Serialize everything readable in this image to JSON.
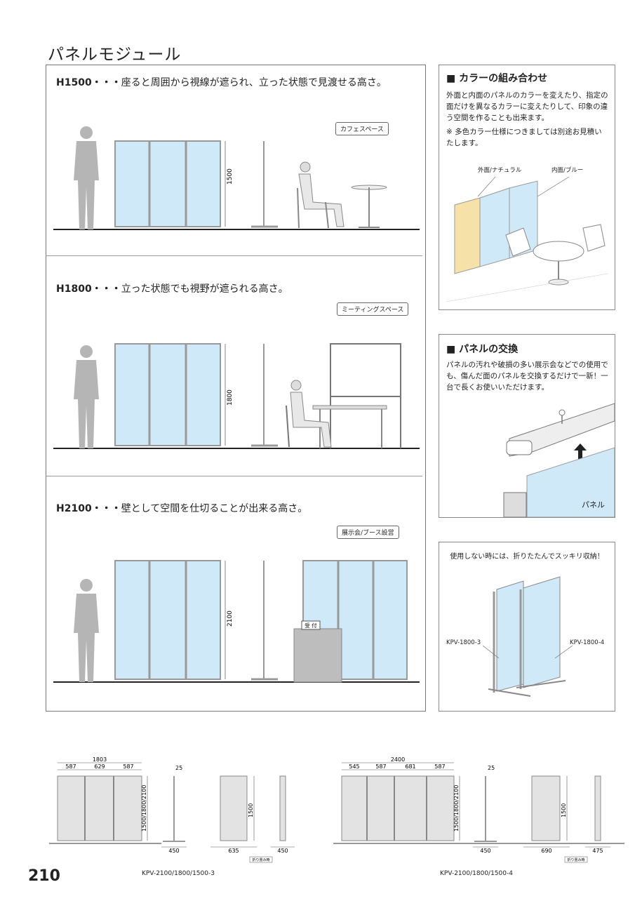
{
  "page": {
    "title": "パネルモジュール",
    "page_number": "210"
  },
  "sections": [
    {
      "code": "H1500",
      "dots": "・・・",
      "desc": "座ると周囲から視線が遮られ、立った状態で見渡せる高さ。",
      "callout": "カフェスペース",
      "height_label": "1500"
    },
    {
      "code": "H1800",
      "dots": "・・・",
      "desc": "立った状態でも視野が遮られる高さ。",
      "callout": "ミーティングスペース",
      "height_label": "1800"
    },
    {
      "code": "H2100",
      "dots": "・・・",
      "desc": "壁として空間を仕切ることが出来る高さ。",
      "callout": "展示会/ブース設営",
      "height_label": "2100",
      "counter_label": "受 付"
    }
  ],
  "color_box": {
    "title": "■ カラーの組み合わせ",
    "text1": "外面と内面のパネルのカラーを変えたり、指定の面だけを異なるカラーに変えたりして、印象の違う空間を作ることも出来ます。",
    "note": "※ 多色カラー仕様につきましては別途お見積いたします。",
    "label_outer": "外面/ナチュラル",
    "label_inner": "内面/ブルー"
  },
  "swap_box": {
    "title": "■ パネルの交換",
    "text": "パネルの汚れや破損の多い展示会などでの使用でも、傷んだ面のパネルを交換するだけで一新！一台で長くお使いいただけます。",
    "panel_label": "パネル"
  },
  "fold_box": {
    "text": "使用しない時には、折りたたんでスッキリ収納！",
    "label_left": "KPV-1800-3",
    "label_right": "KPV-1800-4"
  },
  "drawings": {
    "left": {
      "total": "1803",
      "segments": [
        "587",
        "629",
        "587"
      ],
      "thickness": "25",
      "height": "1500/1800/2100",
      "base_width": "450",
      "folded_width": "635",
      "folded_height": "1500",
      "folded_depth": "450",
      "folded_note": "折り畳み時",
      "model": "KPV-2100/1800/1500-3"
    },
    "right": {
      "total": "2400",
      "segments": [
        "545",
        "587",
        "681",
        "587"
      ],
      "thickness": "25",
      "height": "1500/1800/2100",
      "base_width": "450",
      "folded_width": "690",
      "folded_height": "1500",
      "folded_depth": "475",
      "folded_note": "折り畳み時",
      "model": "KPV-2100/1800/1500-4"
    }
  },
  "colors": {
    "panel_blue": "#cfe9f8",
    "panel_natural": "#f6e2a8",
    "frame_gray": "#9a9a9a",
    "person_gray": "#b5b5b5",
    "drawing_panel": "#e3e3e3"
  }
}
